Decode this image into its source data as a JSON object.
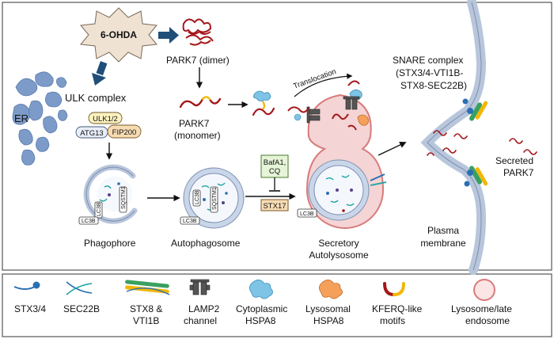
{
  "diagram": {
    "trigger": "6-OHDA",
    "er": "ER",
    "ulk_complex": "ULK complex",
    "ulk12": "ULK1/2",
    "atg13": "ATG13",
    "fip200": "FIP200",
    "park7_dimer": "PARK7 (dimer)",
    "park7_monomer_line1": "PARK7",
    "park7_monomer_line2": "(monomer)",
    "translocation": "Translocation",
    "snare_line1": "SNARE complex",
    "snare_line2": "(STX3/4-VTI1B-",
    "snare_line3": "STX8-SEC22B)",
    "bafa1_line1": "BafA1,",
    "bafa1_line2": "CQ",
    "stx17": "STX17",
    "lc3b": "LC3B",
    "sqstm1": "SQSTM1",
    "phagophore": "Phagophore",
    "autophagosome": "Autophagosome",
    "secretory_line1": "Secretory",
    "secretory_line2": "Autolysosome",
    "plasma_line1": "Plasma",
    "plasma_line2": "membrane",
    "secreted_line1": "Secreted",
    "secreted_line2": "PARK7"
  },
  "legend": {
    "stx34": "STX3/4",
    "sec22b": "SEC22B",
    "stx8_line1": "STX8 &",
    "stx8_line2": "VTI1B",
    "lamp2_line1": "LAMP2",
    "lamp2_line2": "channel",
    "cyto_line1": "Cytoplasmic",
    "cyto_line2": "HSPA8",
    "lyso_line1": "Lysosomal",
    "lyso_line2": "HSPA8",
    "kferq_line1": "KFERQ-like",
    "kferq_line2": "motifs",
    "late_line1": "Lysosome/late",
    "late_line2": "endosome"
  },
  "colors": {
    "er": "#7d9bc8",
    "ohda_fill": "#efe2d3",
    "arrow_blue": "#1f4e79",
    "park7": "#a4161a",
    "kferq": "#f2b705",
    "membrane": "#b8c6dc",
    "lysosome_pink": "#f4d4d4",
    "lysosome_edge": "#d97b7b",
    "hspa8_cyto": "#7ec4e6",
    "hspa8_lyso": "#f5a05a",
    "stx8_green": "#3aa060",
    "stx34_blue": "#2a6fb3",
    "box_yellow": "#fff2c0",
    "box_orange": "#f7dcb3",
    "box_green": "#e6f4d7"
  }
}
